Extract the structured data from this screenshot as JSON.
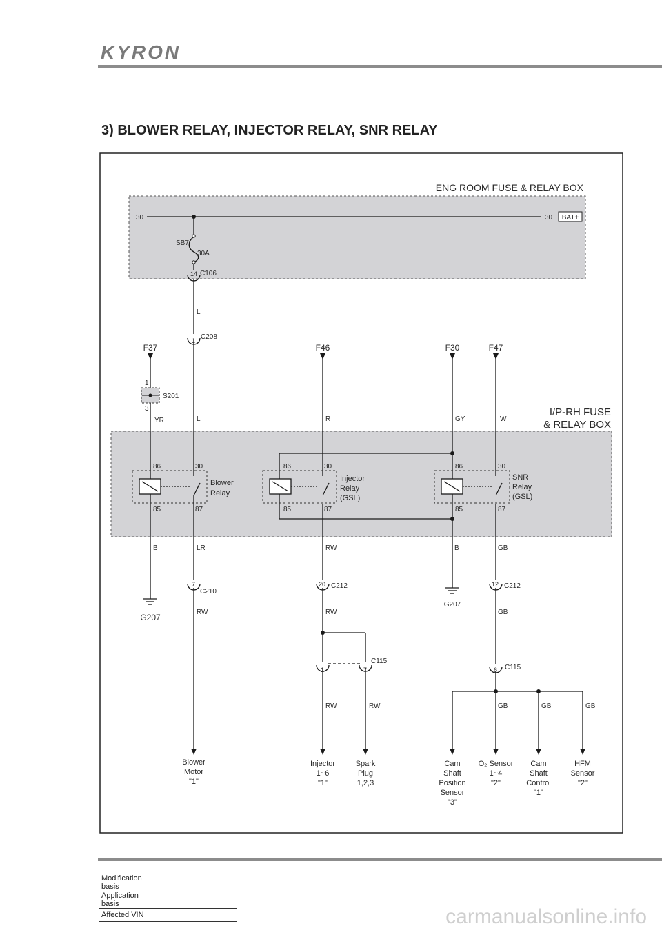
{
  "header": {
    "logo": "KYRON",
    "title": "3) BLOWER RELAY, INJECTOR RELAY, SNR RELAY"
  },
  "boxes": {
    "eng_room": "ENG ROOM FUSE & RELAY BOX",
    "ip_rh_line1": "I/P-RH FUSE",
    "ip_rh_line2": "& RELAY BOX"
  },
  "power": {
    "bus_left": "30",
    "bus_right": "30",
    "bat": "BAT+",
    "fuse": "SB7",
    "fuse_rating": "30A",
    "pin_c106": "14",
    "conn_c106": "C106"
  },
  "fuses": {
    "f37": "F37",
    "f46": "F46",
    "f30": "F30",
    "f47": "F47"
  },
  "splice": {
    "name": "S201",
    "pin_top": "1",
    "pin_bottom": "3"
  },
  "wires": {
    "L_upper": "L",
    "L_lower": "L",
    "YR": "YR",
    "R": "R",
    "GY": "GY",
    "W": "W",
    "B1": "B",
    "LR": "LR",
    "RW1": "RW",
    "B2": "B",
    "GB1": "GB",
    "RW_blower": "RW",
    "RW2": "RW",
    "GB2": "GB",
    "RW_inj": "RW",
    "RW_spark": "RW",
    "GB_o2": "GB",
    "GB_cam": "GB",
    "GB_hfm": "GB"
  },
  "connectors": {
    "c208_pin": "1",
    "c208": "C208",
    "c210_pin": "7",
    "c210": "C210",
    "c212a_pin": "20",
    "c212a": "C212",
    "c212b_pin": "12",
    "c212b": "C212",
    "c115a_pin1": "1",
    "c115a_pin7": "7",
    "c115a": "C115",
    "c115b_pin": "6",
    "c115b": "C115"
  },
  "relays": {
    "blower": {
      "l1": "Blower",
      "l2": "Relay",
      "p86": "86",
      "p30": "30",
      "p85": "85",
      "p87": "87"
    },
    "injector": {
      "l1": "Injector",
      "l2": "Relay",
      "l3": "(GSL)",
      "p86": "86",
      "p30": "30",
      "p85": "85",
      "p87": "87"
    },
    "snr": {
      "l1": "SNR",
      "l2": "Relay",
      "l3": "(GSL)",
      "p86": "86",
      "p30": "30",
      "p85": "85",
      "p87": "87"
    }
  },
  "grounds": {
    "g207_left": "G207",
    "g207_right": "G207"
  },
  "loads": {
    "blower_motor": [
      "Blower",
      "Motor",
      "\"1\""
    ],
    "injector": [
      "Injector",
      "1~6",
      "\"1\""
    ],
    "spark_plug": [
      "Spark",
      "Plug",
      "1,2,3"
    ],
    "cam_pos": [
      "Cam",
      "Shaft",
      "Position",
      "Sensor",
      "\"3\""
    ],
    "o2_sensor": [
      "O₂ Sensor",
      "1~4",
      "\"2\""
    ],
    "cam_ctrl": [
      "Cam",
      "Shaft",
      "Control",
      "\"1\""
    ],
    "hfm": [
      "HFM",
      "Sensor",
      "\"2\""
    ]
  },
  "mod_table": {
    "modification_basis": "Modification basis",
    "application_basis": "Application basis",
    "affected_vin": "Affected VIN"
  },
  "watermark": "carmanualsonline.info",
  "colors": {
    "box_fill": "#d3d3d6",
    "line": "#1a1a1a",
    "rule": "#8c8c8c"
  }
}
